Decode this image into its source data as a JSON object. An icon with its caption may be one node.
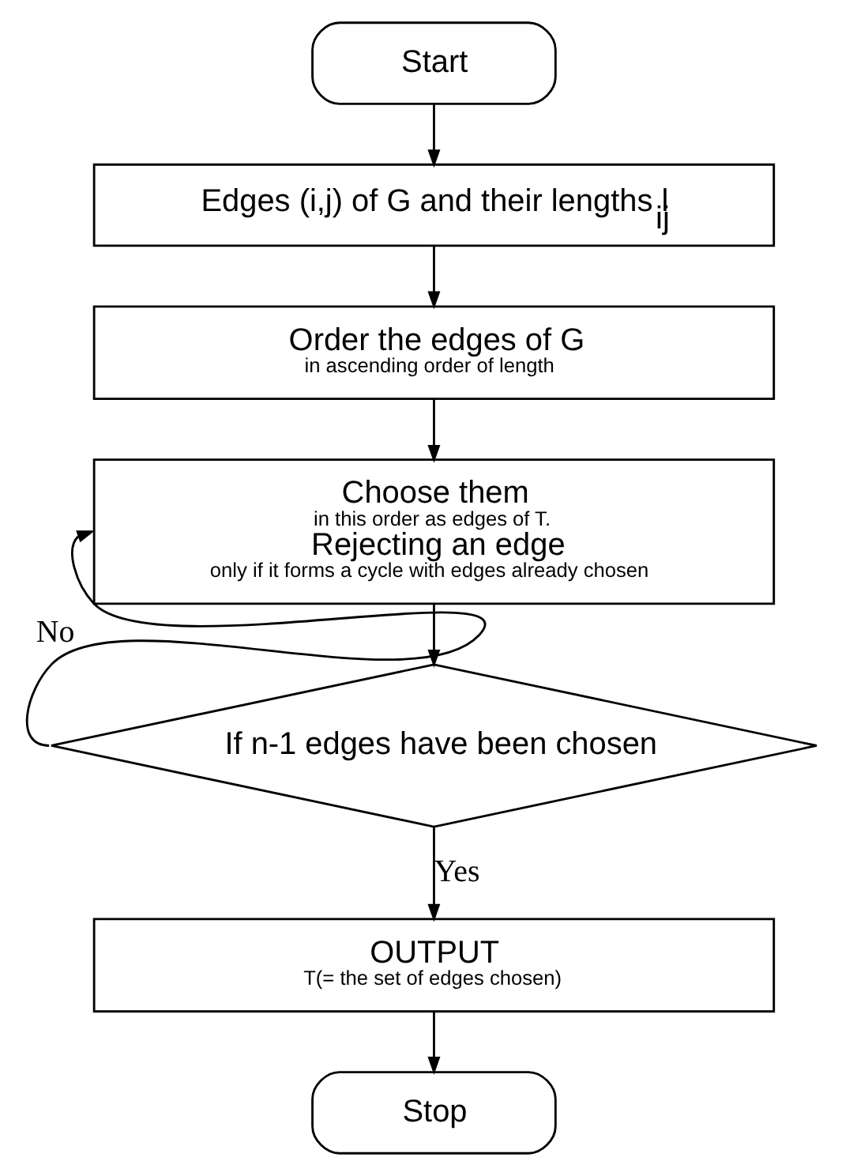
{
  "diagram": {
    "nodes": [
      {
        "text": [
          "Start"
        ]
      },
      {
        "text": [
          "Edges (i,j) of G and their lengths l$_{ij}$"
        ]
      },
      {
        "text": [
          "Order the edges of G",
          "in ascending order of length"
        ]
      },
      {
        "text": [
          "Choose them",
          "in this order as edges of T.",
          "Rejecting an edge",
          "only if it forms a cycle with edges already chosen"
        ]
      },
      {
        "text": [
          "If n-1 edges have been chosen"
        ]
      },
      {
        "text": [
          "OUTPUT",
          "T(= the set of edges chosen)"
        ]
      },
      {
        "text": [
          "Stop"
        ]
      }
    ],
    "edges": [
      {
        "from": 0,
        "to": 1,
        "arrow": "to"
      },
      {
        "from": 1,
        "to": 2,
        "arrow": "to"
      },
      {
        "from": 2,
        "to": 3,
        "arrow": "to"
      },
      {
        "from": 3,
        "to": 4,
        "arrow": "to"
      },
      {
        "from": 4,
        "to": 3,
        "arrow": "to",
        "label": "No"
      },
      {
        "from": 4,
        "to": 5,
        "arrow": "to",
        "label": "Yes"
      },
      {
        "from": 5,
        "to": 6,
        "arrow": "to"
      }
    ]
  }
}
